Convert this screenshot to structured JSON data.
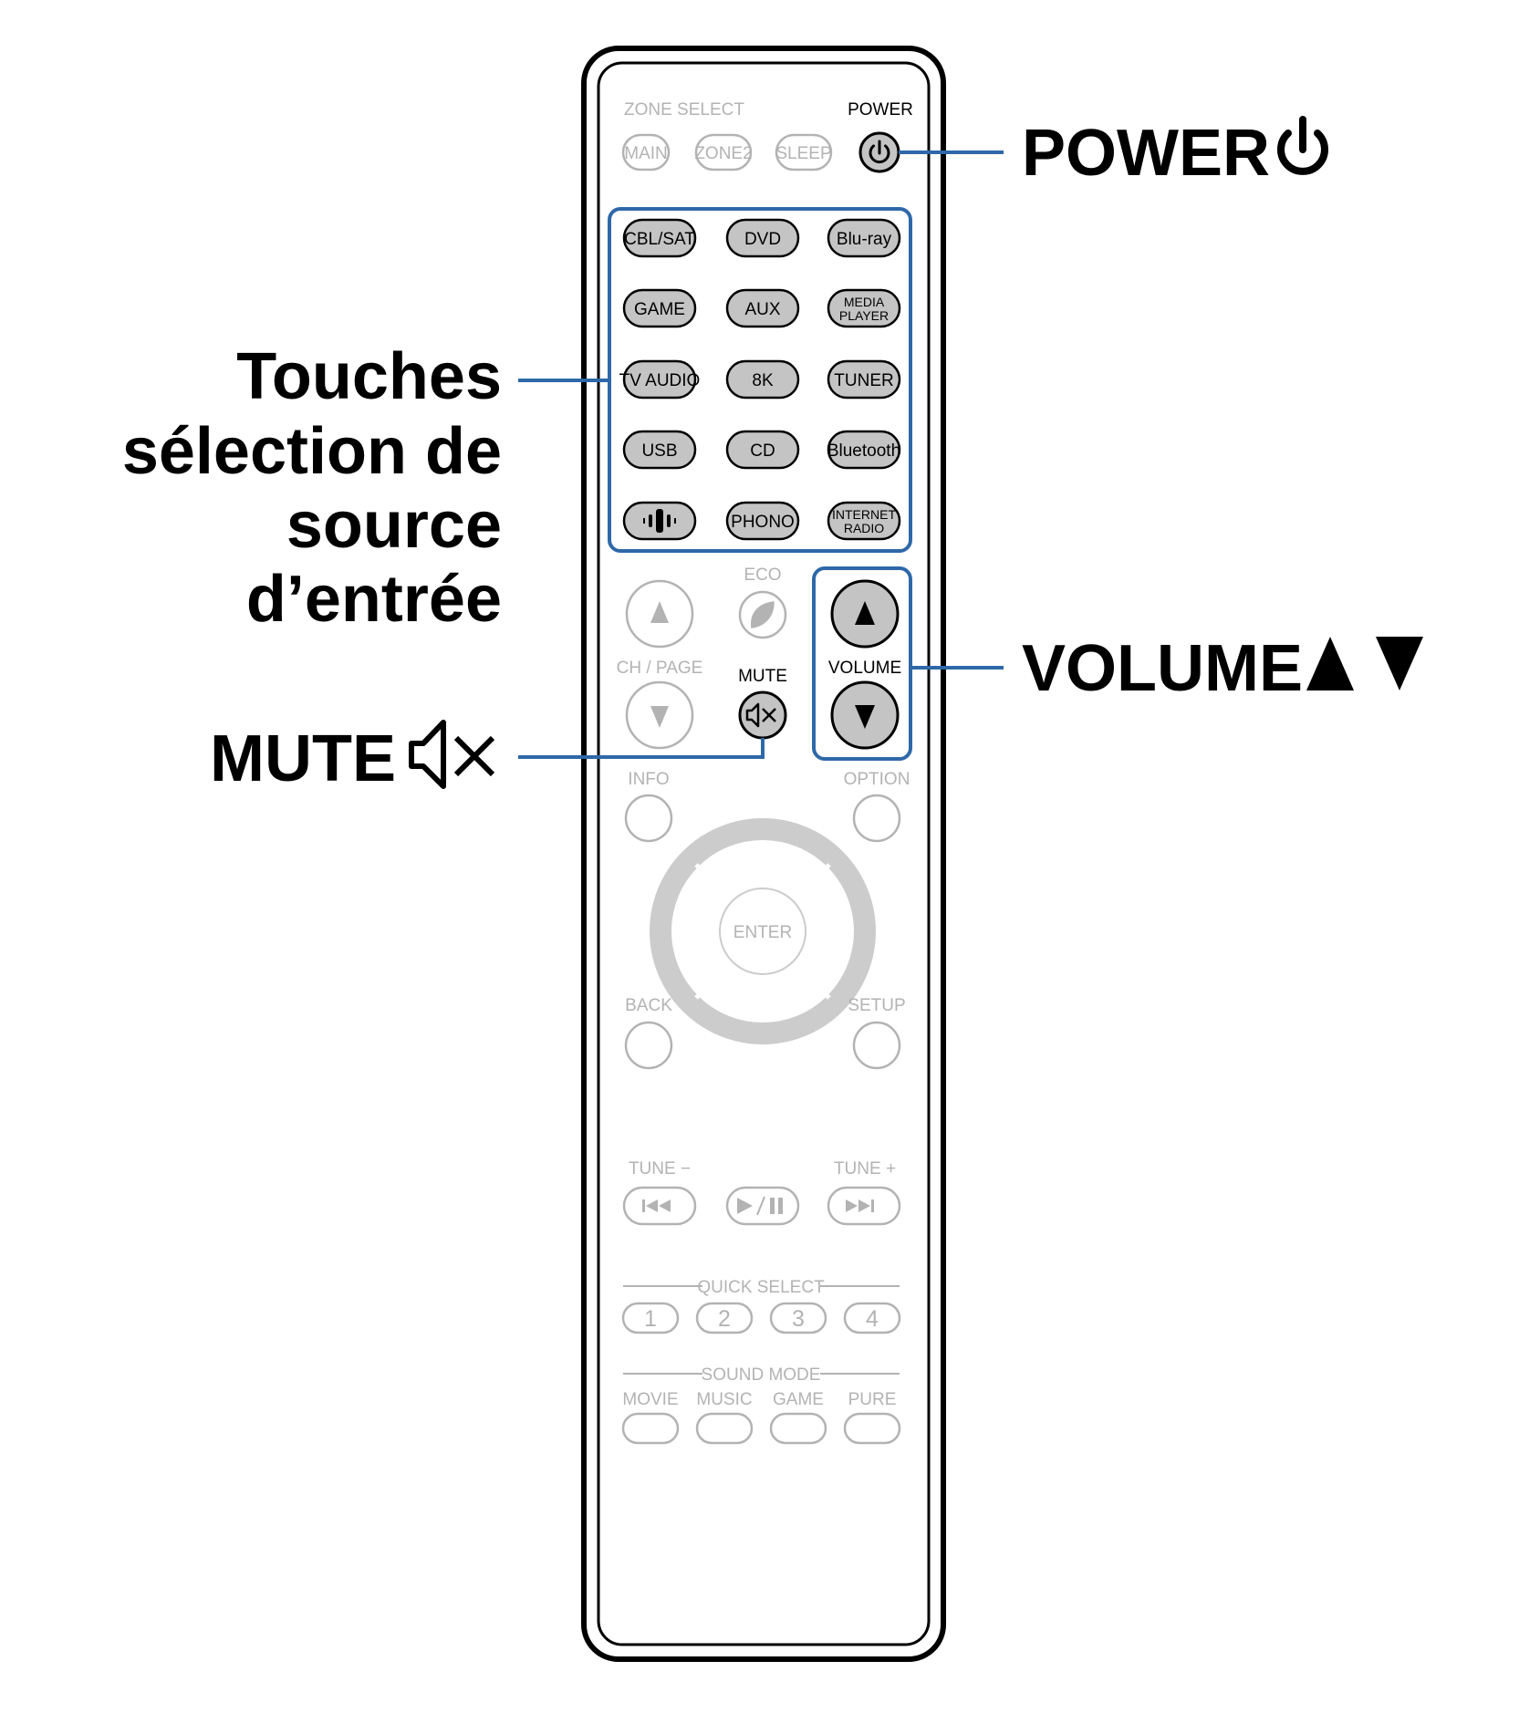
{
  "labels": {
    "power": "POWER",
    "volume": "VOLUME",
    "mute": "MUTE",
    "input_source_lines": [
      "Touches",
      "sélection de",
      "source",
      "d’entrée"
    ]
  },
  "remote": {
    "zone_select": "ZONE SELECT",
    "power": "POWER",
    "zone_buttons": [
      "MAIN",
      "ZONE2",
      "SLEEP"
    ],
    "source_buttons": {
      "r1": [
        "CBL/SAT",
        "DVD",
        "Blu-ray"
      ],
      "r2a": [
        "GAME",
        "AUX"
      ],
      "media_player": [
        "MEDIA",
        "PLAYER"
      ],
      "r3": [
        "TV AUDIO",
        "8K",
        "TUNER"
      ],
      "r4": [
        "USB",
        "CD",
        "Bluetooth"
      ],
      "phono": "PHONO",
      "internet_radio": [
        "INTERNET",
        "RADIO"
      ]
    },
    "eco": "ECO",
    "ch_page": "CH / PAGE",
    "mute": "MUTE",
    "volume": "VOLUME",
    "info": "INFO",
    "option": "OPTION",
    "enter": "ENTER",
    "back": "BACK",
    "setup": "SETUP",
    "tune_minus": "TUNE −",
    "tune_plus": "TUNE +",
    "quick_select": "QUICK SELECT",
    "quick_buttons": [
      "1",
      "2",
      "3",
      "4"
    ],
    "sound_mode": "SOUND MODE",
    "sound_modes": [
      "MOVIE",
      "MUSIC",
      "GAME",
      "PURE"
    ]
  },
  "colors": {
    "callout_blue": "#2f68a8",
    "button_fill": "#c4c4c4",
    "inactive_grey": "#b3b3b3",
    "outline": "#000000"
  },
  "icons": [
    "power-icon",
    "mute-icon",
    "volume-up-icon",
    "volume-down-icon",
    "eco-leaf-icon",
    "dts-play-fi-icon",
    "prev-track-icon",
    "play-pause-icon",
    "next-track-icon"
  ]
}
